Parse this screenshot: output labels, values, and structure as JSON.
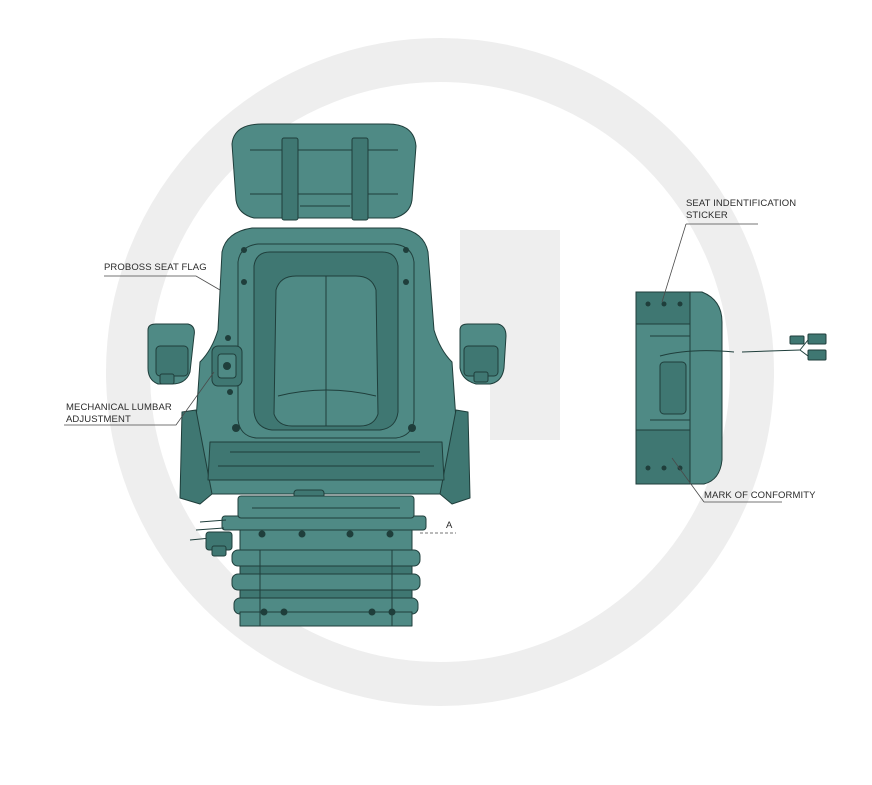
{
  "labels": {
    "seat_flag": "PROBOSS SEAT FLAG",
    "lumbar_line1": "MECHANICAL LUMBAR",
    "lumbar_line2": "ADJUSTMENT",
    "sticker_line1": "SEAT INDENTIFICATION",
    "sticker_line2": "STICKER",
    "conformity": "MARK OF CONFORMITY",
    "dimension_a": "A"
  },
  "colors": {
    "seat_fill": "#4f8a85",
    "seat_fill_dark": "#3f7772",
    "seat_line": "#1f3e3b",
    "watermark": "#eeeeee",
    "leader_line": "#4a4a4a"
  }
}
